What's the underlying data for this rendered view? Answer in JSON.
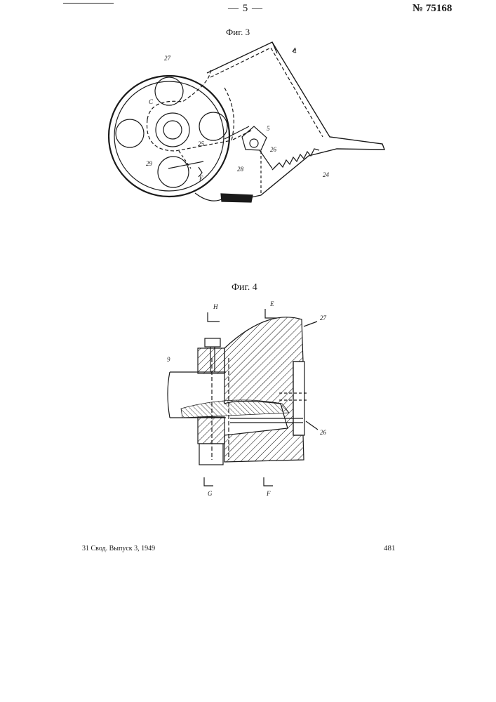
{
  "header": {
    "page_number": "— 5 —",
    "patent_number": "№ 75168"
  },
  "figure3": {
    "caption": "Фиг. 3",
    "labels": {
      "l27": "27",
      "c": "C",
      "l5": "5",
      "l25": "25",
      "l26": "26",
      "l28": "28",
      "l29": "29",
      "l24": "24",
      "e": "E",
      "l4": "4"
    }
  },
  "figure4": {
    "caption": "Фиг. 4",
    "labels": {
      "h": "H",
      "e": "E",
      "l27": "27",
      "l9": "9",
      "l26": "26",
      "g": "G",
      "f": "F"
    }
  },
  "footer": {
    "left": "31 Свод. Выпуск 3, 1949",
    "right": "481"
  },
  "colors": {
    "ink": "#1a1a1a",
    "paper": "#ffffff"
  }
}
